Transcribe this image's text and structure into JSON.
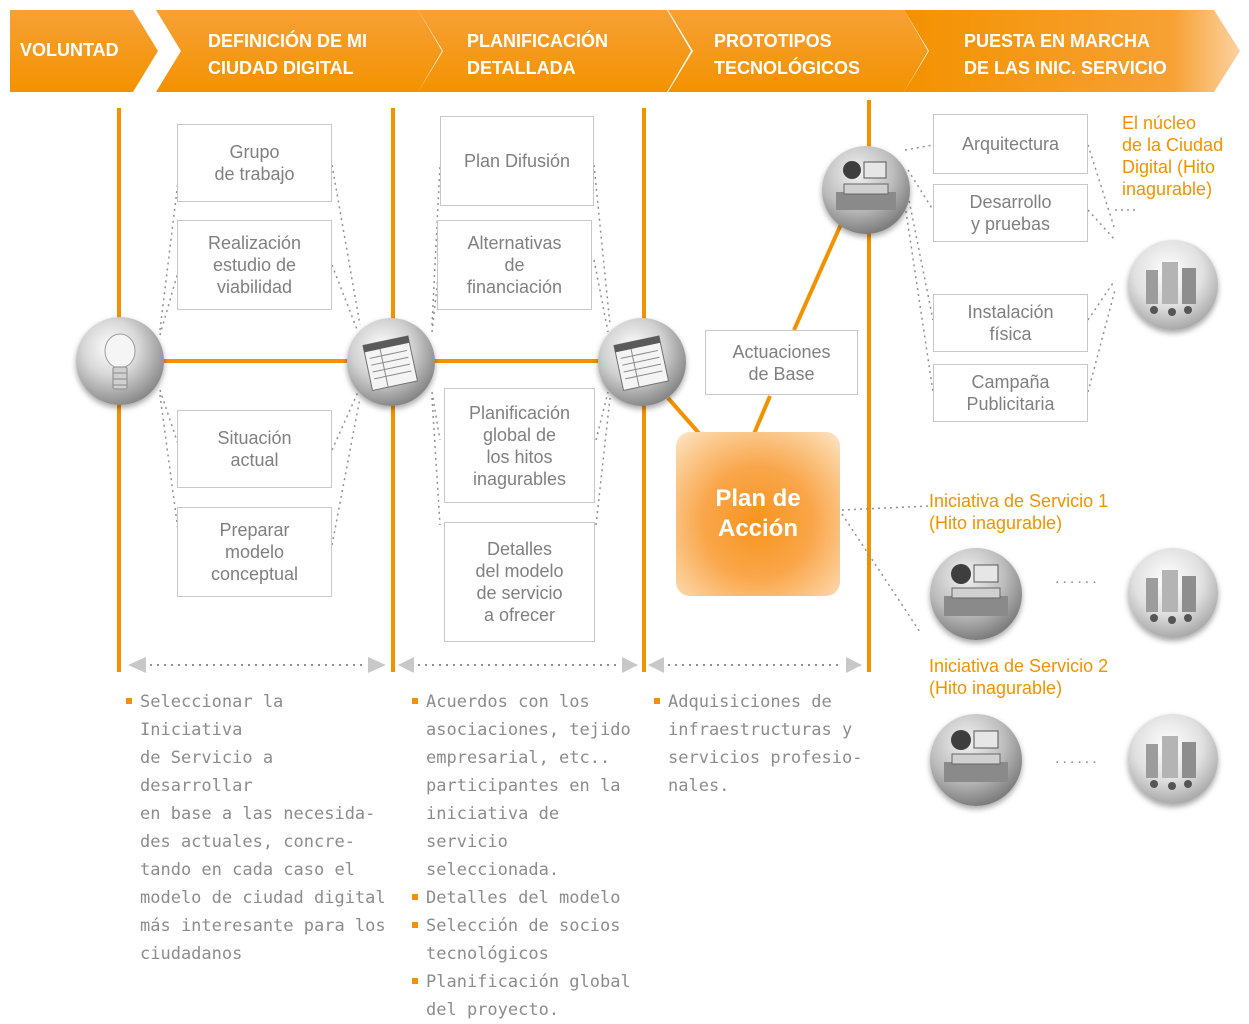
{
  "colors": {
    "orange": "#f39200",
    "light_orange": "#f9a64a",
    "box_border": "#c8c8c8",
    "text_gray": "#808080"
  },
  "phases": [
    {
      "label": "VOLUNTAD"
    },
    {
      "label": "DEFINICIÓN DE MI\nCIUDAD DIGITAL"
    },
    {
      "label": "PLANIFICACIÓN\nDETALLADA"
    },
    {
      "label": "PROTOTIPOS\nTECNOLÓGICOS"
    },
    {
      "label": "PUESTA EN MARCHA\nDE LAS INIC. SERVICIO"
    }
  ],
  "col1_boxes": [
    "Grupo\nde trabajo",
    "Realización\nestudio de\nviabilidad",
    "Situación\nactual",
    "Preparar\nmodelo\nconceptual"
  ],
  "col2_boxes": [
    "Plan Difusión",
    "Alternativas\nde\nfinanciación",
    "Planificación\nglobal de\nlos hitos\ninagurables",
    "Detalles\ndel modelo\nde servicio\na ofrecer"
  ],
  "actuaciones": "Actuaciones\nde Base",
  "plan_accion": "Plan de\nAcción",
  "col4_boxes": [
    "Arquitectura",
    "Desarrollo\ny pruebas",
    "Instalación\nfísica",
    "Campaña\nPublicitaria"
  ],
  "nucleo": "El núcleo\nde la Ciudad\nDigital (Hito\ninagurable)",
  "iniciativa1": "Iniciativa de Servicio 1\n(Hito inagurable)",
  "iniciativa2": "Iniciativa de Servicio 2\n(Hito inagurable)",
  "ellipsis": "......",
  "icons": [
    "lightbulb-icon",
    "document-icon",
    "computer-icon",
    "city-icon"
  ],
  "notes": {
    "col1": [
      "Seleccionar la Iniciativa\nde Servicio a desarrollar\nen base a las necesida-\ndes actuales, concre-\ntando en cada caso el\nmodelo de ciudad digital\nmás interesante para los\nciudadanos"
    ],
    "col2": [
      "Acuerdos con los\nasociaciones, tejido\nempresarial, etc..\nparticipantes en la\niniciativa de servicio\nseleccionada.",
      "Detalles del modelo",
      "Selección de socios\ntecnológicos",
      "Planificación global\ndel proyecto."
    ],
    "col3": [
      "Adquisiciones de\ninfraestructuras y\nservicios profesio-\nnales."
    ]
  }
}
